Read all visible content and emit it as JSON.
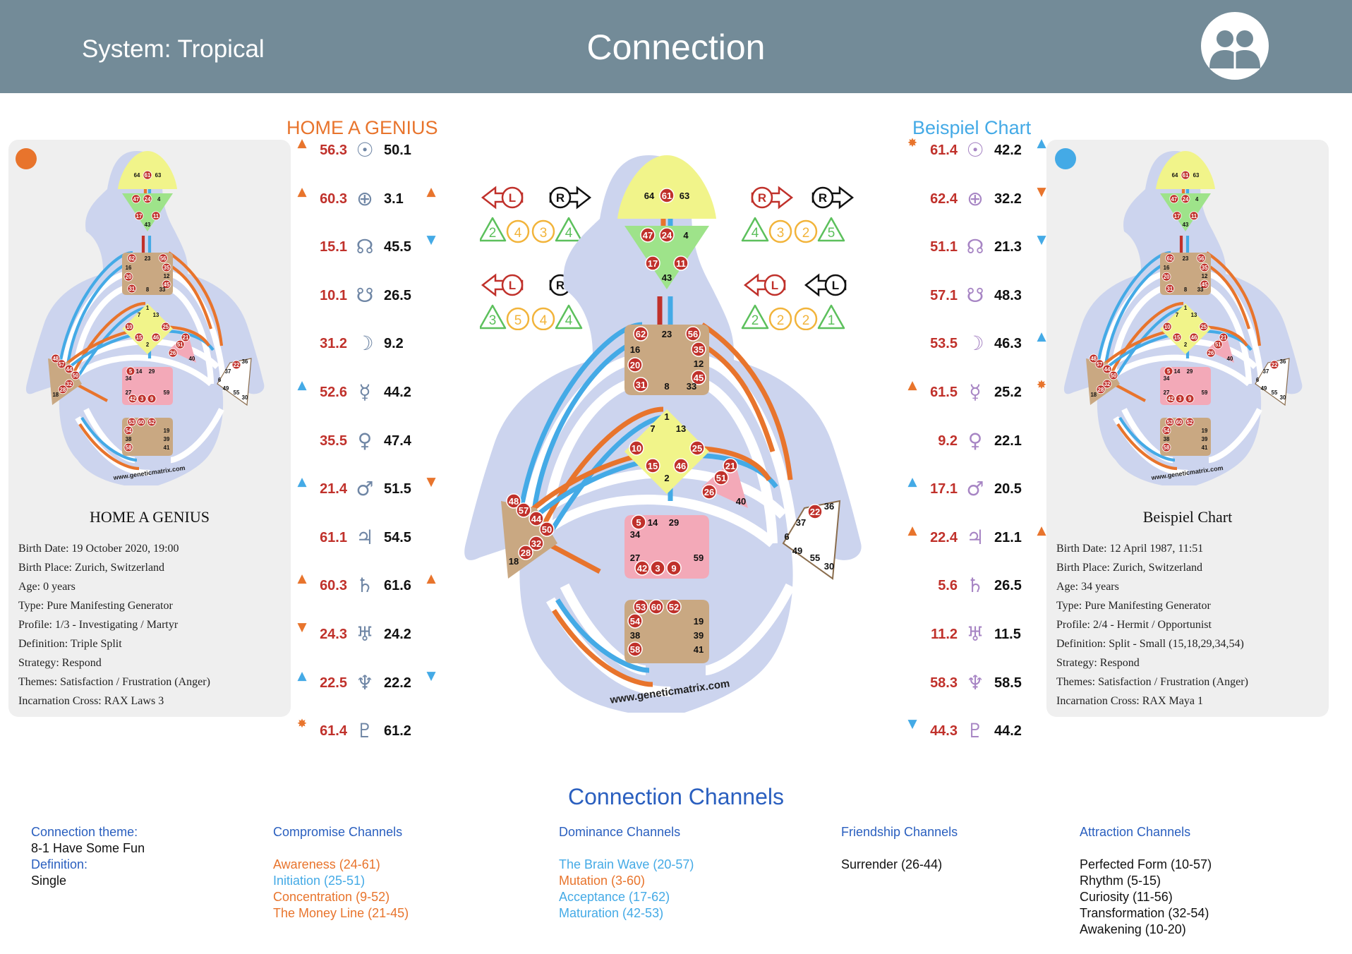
{
  "header": {
    "system": "System: Tropical",
    "title": "Connection",
    "avatar_icon": "connection-users-icon"
  },
  "left": {
    "title": "HOME A GENIUS",
    "accent": "#e8742c",
    "bodygraph_url": "www.geneticmatrix.com",
    "info": [
      "Birth Date: 19 October 2020, 19:00",
      "Birth Place: Zurich, Switzerland",
      "Age: 0 years",
      "Type: Pure Manifesting Generator",
      "Profile: 1/3 - Investigating / Martyr",
      "Definition: Triple Split",
      "Strategy: Respond",
      "Themes: Satisfaction / Frustration (Anger)",
      "Incarnation Cross: RAX Laws 3"
    ],
    "planets": [
      {
        "design": "56.3",
        "glyph": "☉",
        "icon": "sun-icon",
        "personality": "50.1",
        "mark_left": "▲",
        "mark_right": ""
      },
      {
        "design": "60.3",
        "glyph": "⊕",
        "icon": "earth-icon",
        "personality": "3.1",
        "mark_left": "▲",
        "mark_right": "▲"
      },
      {
        "design": "15.1",
        "glyph": "☊",
        "icon": "north-node-icon",
        "personality": "45.5",
        "mark_left": "",
        "mark_right": "▼"
      },
      {
        "design": "10.1",
        "glyph": "☋",
        "icon": "south-node-icon",
        "personality": "26.5",
        "mark_left": "",
        "mark_right": ""
      },
      {
        "design": "31.2",
        "glyph": "☽",
        "icon": "moon-icon",
        "personality": "9.2",
        "mark_left": "",
        "mark_right": ""
      },
      {
        "design": "52.6",
        "glyph": "☿",
        "icon": "mercury-icon",
        "personality": "44.2",
        "mark_left": "▲",
        "mark_right": ""
      },
      {
        "design": "35.5",
        "glyph": "♀",
        "icon": "venus-icon",
        "personality": "47.4",
        "mark_left": "",
        "mark_right": ""
      },
      {
        "design": "21.4",
        "glyph": "♂",
        "icon": "mars-icon",
        "personality": "51.5",
        "mark_left": "▲",
        "mark_right": "▼"
      },
      {
        "design": "61.1",
        "glyph": "♃",
        "icon": "jupiter-icon",
        "personality": "54.5",
        "mark_left": "",
        "mark_right": ""
      },
      {
        "design": "60.3",
        "glyph": "♄",
        "icon": "saturn-icon",
        "personality": "61.6",
        "mark_left": "▲",
        "mark_right": "▲"
      },
      {
        "design": "24.3",
        "glyph": "♅",
        "icon": "uranus-icon",
        "personality": "24.2",
        "mark_left": "▼",
        "mark_right": ""
      },
      {
        "design": "22.5",
        "glyph": "♆",
        "icon": "neptune-icon",
        "personality": "22.2",
        "mark_left": "▲",
        "mark_right": "▼"
      },
      {
        "design": "61.4",
        "glyph": "♇",
        "icon": "pluto-icon",
        "personality": "61.2",
        "mark_left": "✸",
        "mark_right": ""
      }
    ]
  },
  "right": {
    "title": "Beispiel Chart",
    "accent": "#44aae6",
    "bodygraph_url": "www.geneticmatrix.com",
    "info": [
      "Birth Date: 12 April 1987, 11:51",
      "Birth Place: Zurich, Switzerland",
      "Age: 34 years",
      "Type: Pure Manifesting Generator",
      "Profile: 2/4 - Hermit / Opportunist",
      "Definition: Split - Small (15,18,29,34,54)",
      "Strategy: Respond",
      "Themes: Satisfaction / Frustration (Anger)",
      "Incarnation Cross: RAX Maya 1"
    ],
    "planets": [
      {
        "design": "61.4",
        "glyph": "☉",
        "icon": "sun-icon",
        "personality": "42.2",
        "mark_left": "✸",
        "mark_right": "▲"
      },
      {
        "design": "62.4",
        "glyph": "⊕",
        "icon": "earth-icon",
        "personality": "32.2",
        "mark_left": "",
        "mark_right": "▼"
      },
      {
        "design": "51.1",
        "glyph": "☊",
        "icon": "north-node-icon",
        "personality": "21.3",
        "mark_left": "",
        "mark_right": "▼"
      },
      {
        "design": "57.1",
        "glyph": "☋",
        "icon": "south-node-icon",
        "personality": "48.3",
        "mark_left": "",
        "mark_right": ""
      },
      {
        "design": "53.5",
        "glyph": "☽",
        "icon": "moon-icon",
        "personality": "46.3",
        "mark_left": "",
        "mark_right": "▲"
      },
      {
        "design": "61.5",
        "glyph": "☿",
        "icon": "mercury-icon",
        "personality": "25.2",
        "mark_left": "▲",
        "mark_right": "✸"
      },
      {
        "design": "9.2",
        "glyph": "♀",
        "icon": "venus-icon",
        "personality": "22.1",
        "mark_left": "",
        "mark_right": ""
      },
      {
        "design": "17.1",
        "glyph": "♂",
        "icon": "mars-icon",
        "personality": "20.5",
        "mark_left": "▲",
        "mark_right": ""
      },
      {
        "design": "22.4",
        "glyph": "♃",
        "icon": "jupiter-icon",
        "personality": "21.1",
        "mark_left": "▲",
        "mark_right": "▲"
      },
      {
        "design": "5.6",
        "glyph": "♄",
        "icon": "saturn-icon",
        "personality": "26.5",
        "mark_left": "",
        "mark_right": ""
      },
      {
        "design": "11.2",
        "glyph": "♅",
        "icon": "uranus-icon",
        "personality": "11.5",
        "mark_left": "",
        "mark_right": ""
      },
      {
        "design": "58.3",
        "glyph": "♆",
        "icon": "neptune-icon",
        "personality": "58.5",
        "mark_left": "",
        "mark_right": ""
      },
      {
        "design": "44.3",
        "glyph": "♇",
        "icon": "pluto-icon",
        "personality": "44.2",
        "mark_left": "▼",
        "mark_right": ""
      }
    ]
  },
  "variables": [
    {
      "tl": "L",
      "tr": "R",
      "nums": [
        "2",
        "4",
        "3",
        "4"
      ]
    },
    {
      "tl": "R",
      "tr": "R",
      "nums": [
        "4",
        "3",
        "2",
        "5"
      ]
    },
    {
      "tl": "L",
      "tr": "R",
      "nums": [
        "3",
        "5",
        "4",
        "4"
      ]
    },
    {
      "tl": "L",
      "tr": "L",
      "nums": [
        "2",
        "2",
        "2",
        "1"
      ]
    }
  ],
  "center_bodygraph": {
    "url": "www.geneticmatrix.com",
    "gates": [
      "64",
      "61",
      "63",
      "47",
      "24",
      "4",
      "17",
      "11",
      "43",
      "62",
      "23",
      "56",
      "16",
      "35",
      "20",
      "12",
      "45",
      "31",
      "8",
      "33",
      "1",
      "7",
      "13",
      "10",
      "25",
      "15",
      "46",
      "2",
      "21",
      "51",
      "26",
      "40",
      "48",
      "57",
      "44",
      "50",
      "32",
      "28",
      "18",
      "5",
      "14",
      "29",
      "34",
      "27",
      "59",
      "42",
      "3",
      "9",
      "53",
      "60",
      "52",
      "54",
      "19",
      "38",
      "39",
      "58",
      "41",
      "22",
      "36",
      "37",
      "6",
      "49",
      "55",
      "30"
    ]
  },
  "channels": {
    "title": "Connection Channels",
    "theme_label": "Connection theme:",
    "theme_value": "8-1 Have Some Fun",
    "definition_label": "Definition:",
    "definition_value": "Single",
    "groups": [
      {
        "title": "Compromise Channels",
        "items": [
          {
            "text": "Awareness (24-61)",
            "color": "orange"
          },
          {
            "text": "Initiation (25-51)",
            "color": "blue"
          },
          {
            "text": "Concentration (9-52)",
            "color": "orange"
          },
          {
            "text": "The Money Line (21-45)",
            "color": "orange"
          }
        ]
      },
      {
        "title": "Dominance Channels",
        "items": [
          {
            "text": "The Brain Wave (20-57)",
            "color": "blue"
          },
          {
            "text": "Mutation (3-60)",
            "color": "orange"
          },
          {
            "text": "Acceptance (17-62)",
            "color": "blue"
          },
          {
            "text": "Maturation (42-53)",
            "color": "blue"
          }
        ]
      },
      {
        "title": "Friendship Channels",
        "items": [
          {
            "text": "Surrender (26-44)",
            "color": "black"
          }
        ]
      },
      {
        "title": "Attraction Channels",
        "items": [
          {
            "text": "Perfected Form (10-57)",
            "color": "black"
          },
          {
            "text": "Rhythm (5-15)",
            "color": "black"
          },
          {
            "text": "Curiosity (11-56)",
            "color": "black"
          },
          {
            "text": "Transformation (32-54)",
            "color": "black"
          },
          {
            "text": "Awakening (10-20)",
            "color": "black"
          }
        ]
      }
    ]
  },
  "colors": {
    "header": "#738b98",
    "orange": "#e8742c",
    "blue": "#44aae6",
    "heading_blue": "#2a5fbf",
    "gate_red": "#c0312b",
    "head_yellow": "#f1f48a",
    "ajna_green": "#9ee38a",
    "center_tan": "#c9a882",
    "spleen_tan": "#c9a882",
    "sacral_pink": "#f3a9b8",
    "body_lilac": "#ccd4ee"
  }
}
